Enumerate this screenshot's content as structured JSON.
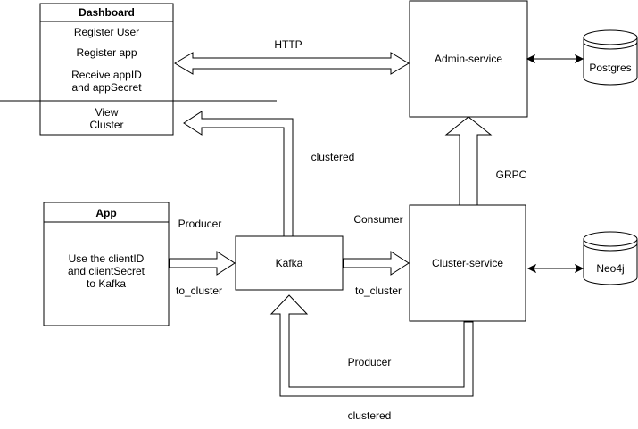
{
  "dashboard": {
    "title": "Dashboard",
    "items": [
      "Register User",
      "Register app",
      "Receive appID",
      "and appSecret",
      "View",
      "Cluster"
    ]
  },
  "app": {
    "title": "App",
    "body": [
      "Use the clientID",
      "and clientSecret",
      "to Kafka"
    ]
  },
  "nodes": {
    "admin_service": "Admin-service",
    "kafka": "Kafka",
    "cluster_service": "Cluster-service",
    "postgres": "Postgres",
    "neo4j": "Neo4j"
  },
  "edge_labels": {
    "http": "HTTP",
    "clustered_top": "clustered",
    "grpc": "GRPC",
    "producer_left": "Producer",
    "consumer": "Consumer",
    "to_cluster_left": "to_cluster",
    "to_cluster_right": "to_cluster",
    "producer_bottom": "Producer",
    "clustered_bottom": "clustered"
  }
}
